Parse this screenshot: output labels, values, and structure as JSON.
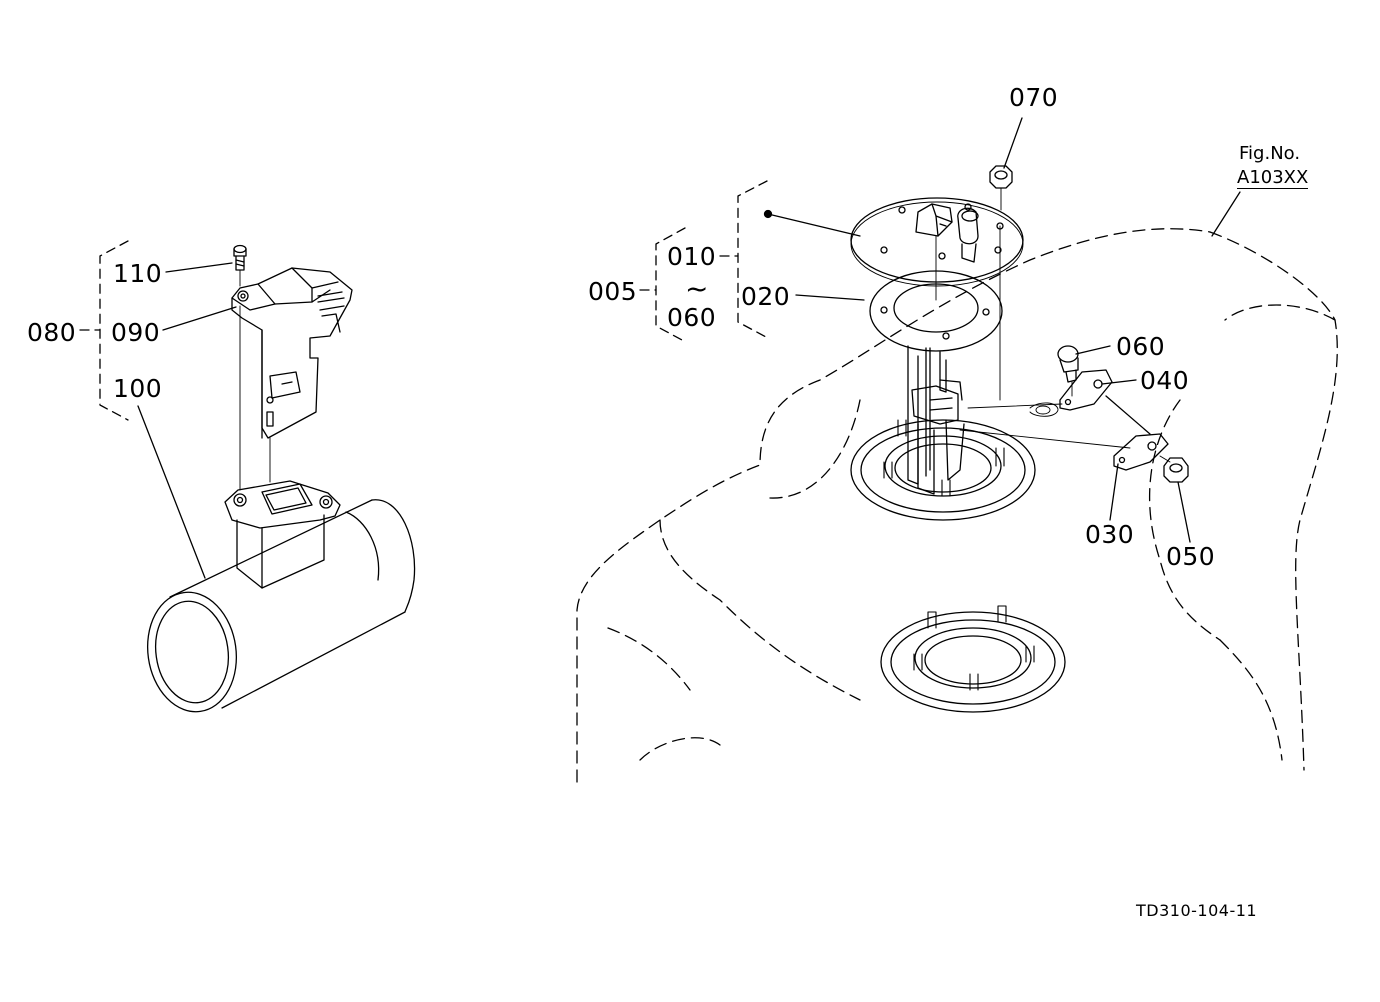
{
  "parts": {
    "p110": "110",
    "p090": "090",
    "p080": "080",
    "p100": "100",
    "p070": "070",
    "p005": "005",
    "p010": "010",
    "tilde": "~",
    "p060_range": "060",
    "p020": "020",
    "p060": "060",
    "p040": "040",
    "p030": "030",
    "p050": "050"
  },
  "figure": {
    "label": "Fig.No.",
    "number": "A103XX"
  },
  "drawing_code": "TD310-104-11",
  "colors": {
    "line": "#000000",
    "background": "#ffffff"
  }
}
